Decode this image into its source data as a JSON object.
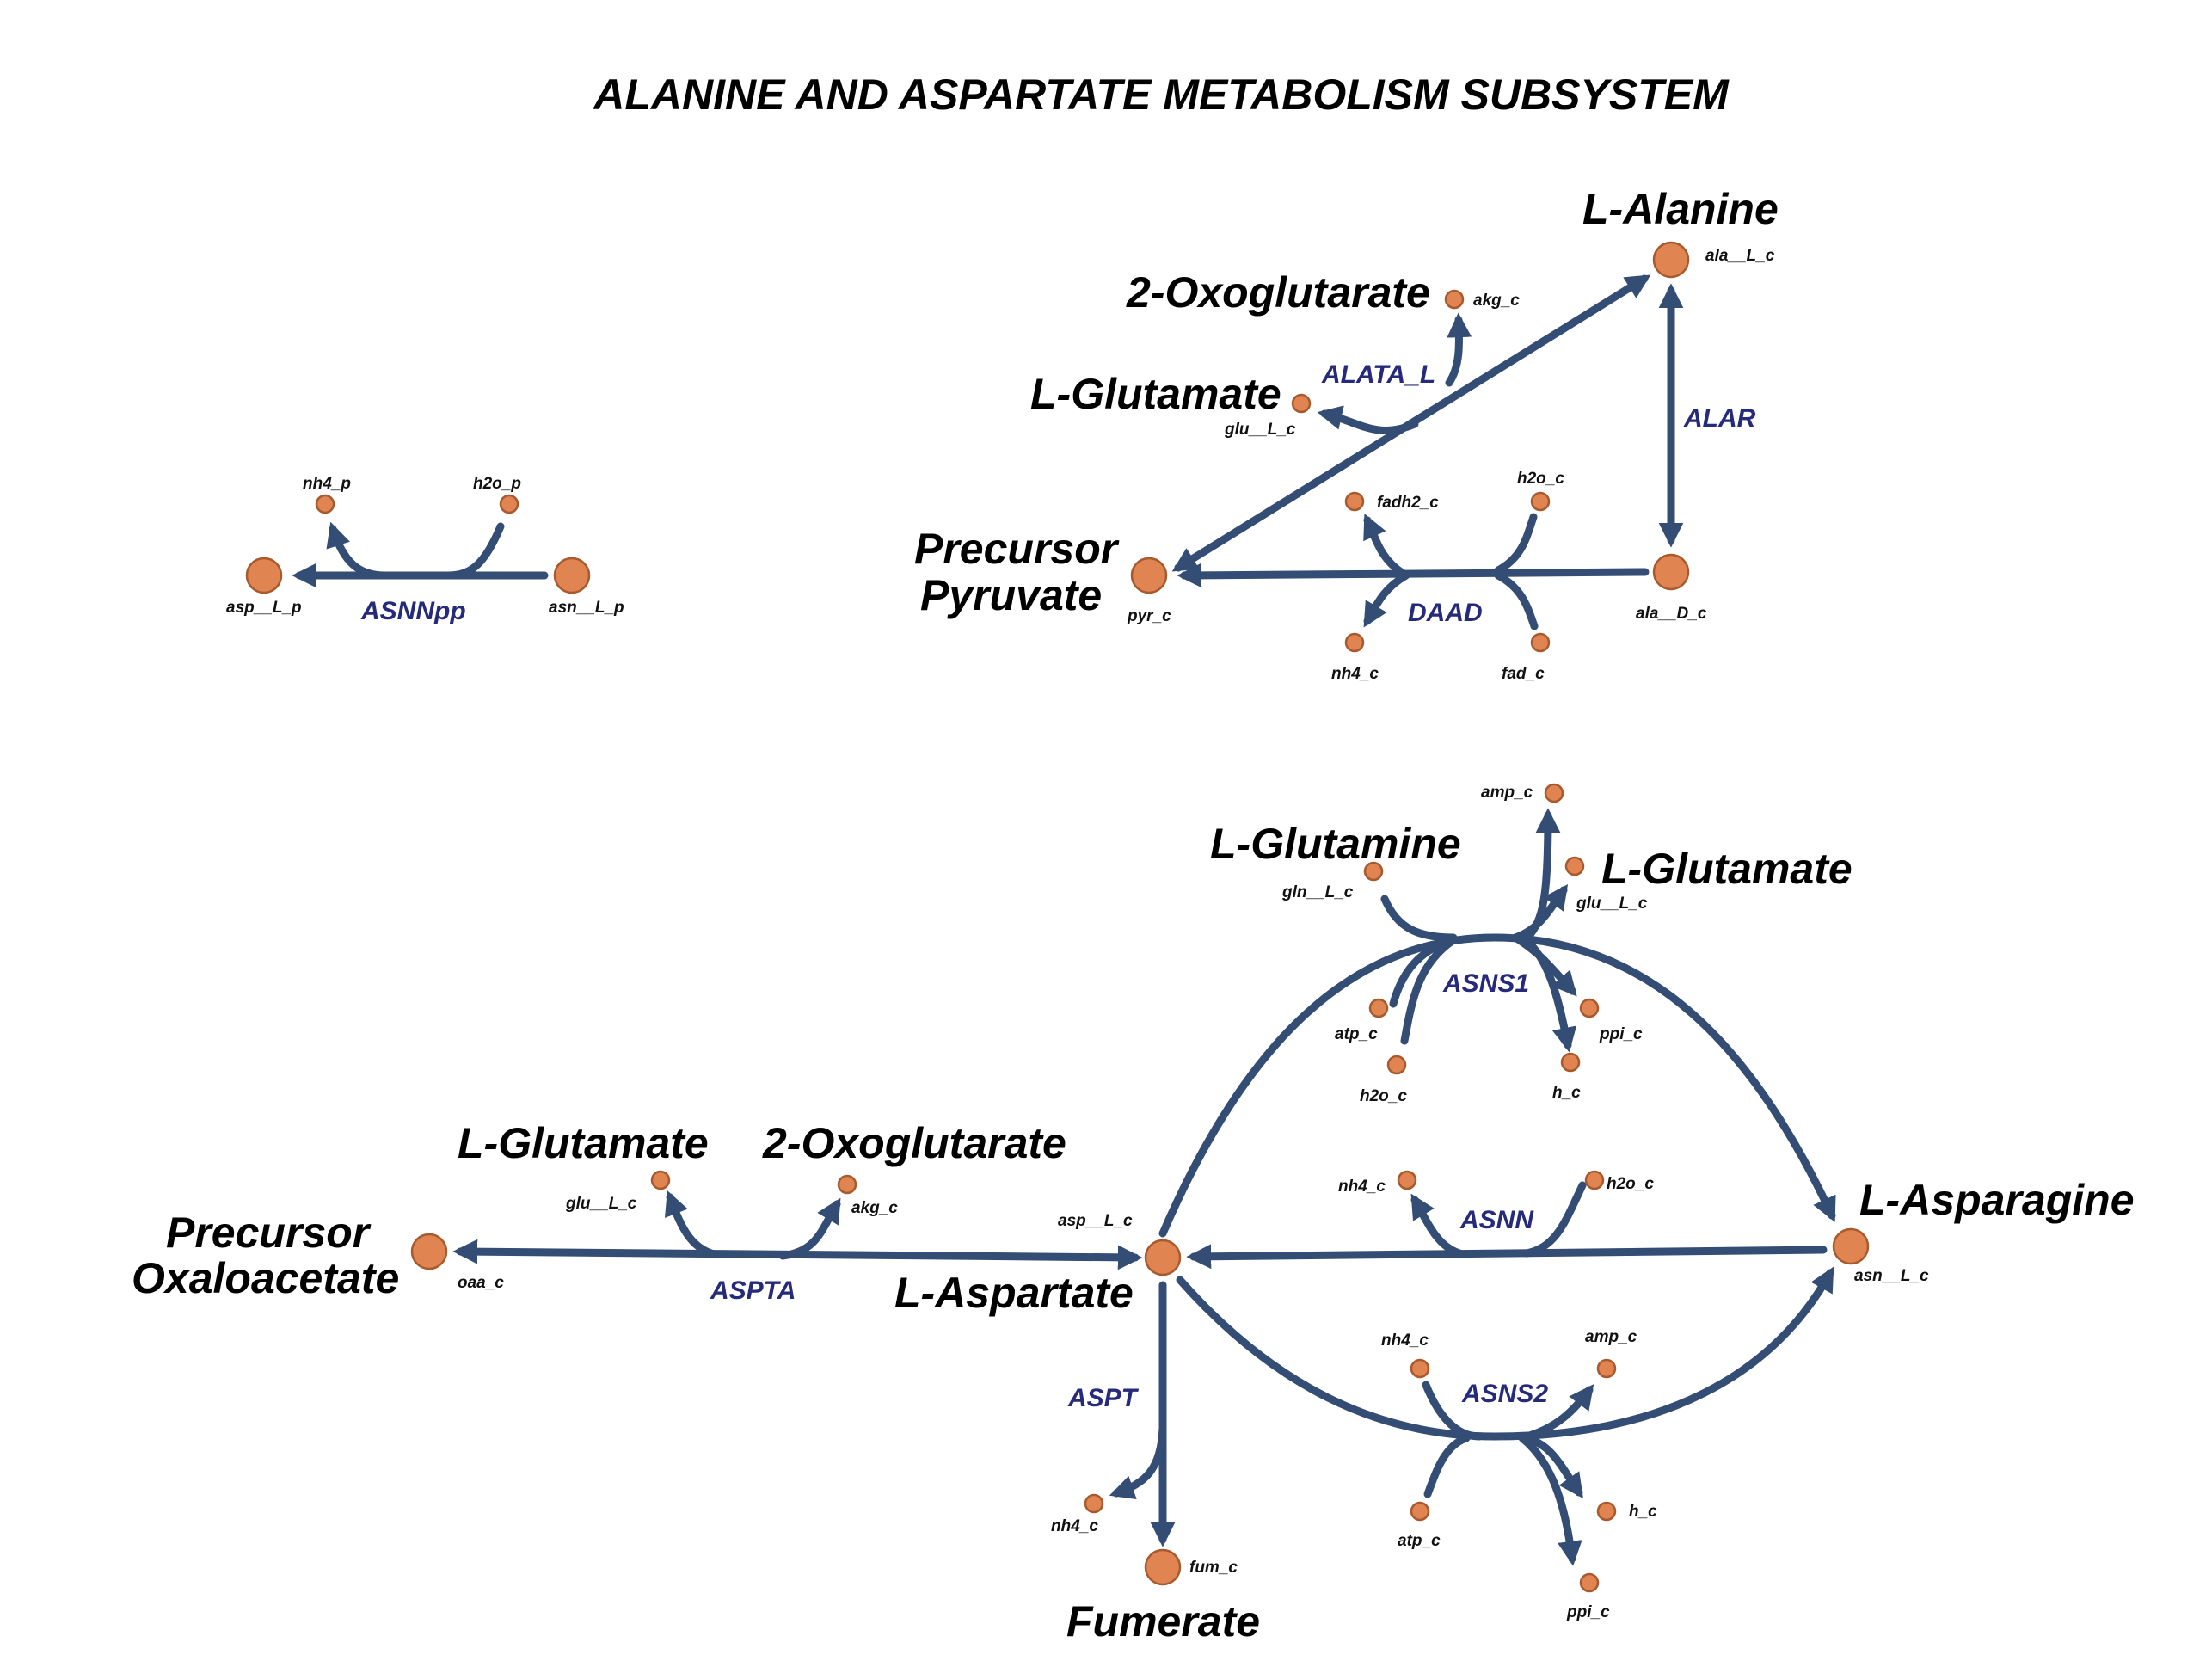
{
  "title": "ALANINE AND ASPARTATE METABOLISM SUBSYSTEM",
  "colors": {
    "edge": "#344d74",
    "node_fill": "#e08552",
    "node_stroke": "#a85a2e",
    "reaction_label": "#252a7a",
    "text": "#000000"
  },
  "reactions": {
    "asnnpp": "ASNNpp",
    "alata_l": "ALATA_L",
    "alar": "ALAR",
    "daad": "DAAD",
    "asns1": "ASNS1",
    "asnn": "ASNN",
    "aspta": "ASPTA",
    "asns2": "ASNS2",
    "aspt": "ASPT"
  },
  "metabolite_names": {
    "l_alanine": "L-Alanine",
    "two_oxoglutarate_top": "2-Oxoglutarate",
    "l_glutamate_top": "L-Glutamate",
    "precursor_pyruvate_1": "Precursor",
    "precursor_pyruvate_2": "Pyruvate",
    "l_glutamine": "L-Glutamine",
    "l_glutamate_mid": "L-Glutamate",
    "l_glutamate_low": "L-Glutamate",
    "two_oxoglutarate_low": "2-Oxoglutarate",
    "precursor_oxaloacetate_1": "Precursor",
    "precursor_oxaloacetate_2": "Oxaloacetate",
    "l_aspartate": "L-Aspartate",
    "l_asparagine": "L-Asparagine",
    "fumerate": "Fumerate"
  },
  "ids": {
    "nh4_p": "nh4_p",
    "h2o_p": "h2o_p",
    "asp_L_p": "asp__L_p",
    "asn_L_p": "asn__L_p",
    "ala_L_c": "ala__L_c",
    "akg_c_top": "akg_c",
    "glu_L_c_top": "glu__L_c",
    "pyr_c": "pyr_c",
    "ala_D_c": "ala__D_c",
    "fadh2_c": "fadh2_c",
    "h2o_c_daad": "h2o_c",
    "nh4_c_daad": "nh4_c",
    "fad_c": "fad_c",
    "amp_c_asns1": "amp_c",
    "gln_L_c": "gln__L_c",
    "glu_L_c_asns1": "glu__L_c",
    "atp_c_asns1": "atp_c",
    "h2o_c_asns1": "h2o_c",
    "ppi_c_asns1": "ppi_c",
    "h_c_asns1": "h_c",
    "glu_L_c_aspta": "glu__L_c",
    "akg_c_aspta": "akg_c",
    "oaa_c": "oaa_c",
    "asp_L_c": "asp__L_c",
    "nh4_c_asnn": "nh4_c",
    "h2o_c_asnn": "h2o_c",
    "asn_L_c": "asn__L_c",
    "nh4_c_asns2": "nh4_c",
    "amp_c_asns2": "amp_c",
    "atp_c_asns2": "atp_c",
    "h_c_asns2": "h_c",
    "ppi_c_asns2": "ppi_c",
    "nh4_c_aspt": "nh4_c",
    "fum_c": "fum_c"
  }
}
